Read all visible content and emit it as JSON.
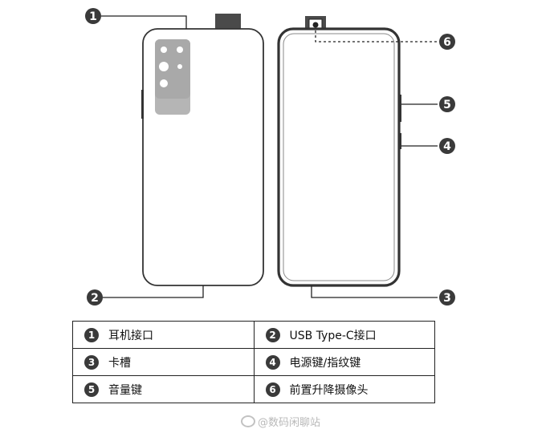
{
  "callouts": [
    {
      "num": "1",
      "label": "耳机接口"
    },
    {
      "num": "2",
      "label": "USB Type-C接口"
    },
    {
      "num": "3",
      "label": "卡槽"
    },
    {
      "num": "4",
      "label": "电源键/指纹键"
    },
    {
      "num": "5",
      "label": "音量键"
    },
    {
      "num": "6",
      "label": "前置升降摄像头"
    }
  ],
  "watermark": {
    "text": "@数码闲聊站"
  },
  "colors": {
    "outline": "#333333",
    "badge": "#3a3a3a",
    "camera_module": "#b5b5b5",
    "popup_camera": "#4a4a4a"
  }
}
